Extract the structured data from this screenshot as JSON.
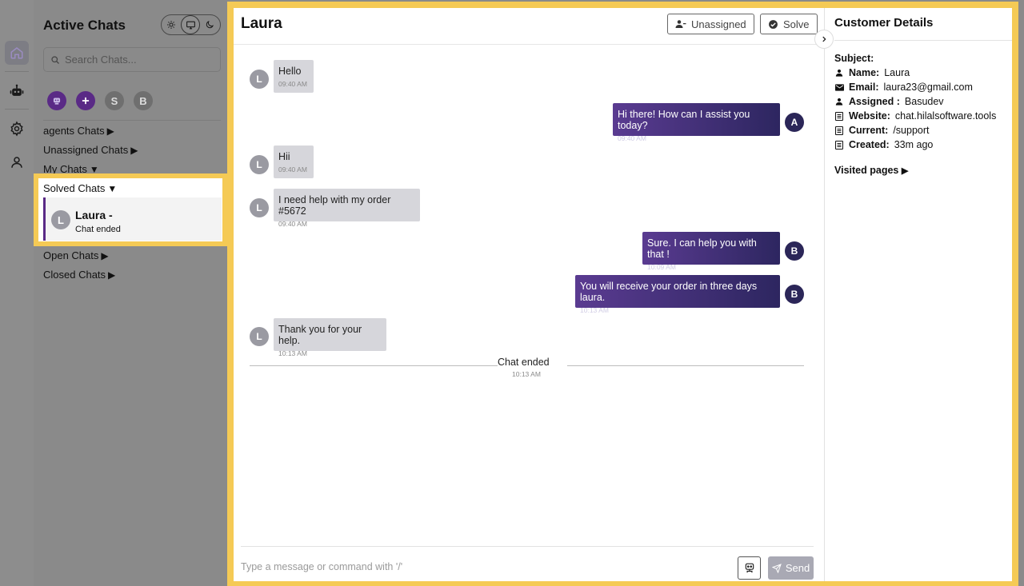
{
  "sidebar": {
    "title": "Active Chats",
    "search_placeholder": "Search Chats...",
    "filter_chips": [
      "S",
      "B"
    ],
    "sections": [
      {
        "label": "agents Chats",
        "arrow": "▶"
      },
      {
        "label": "Unassigned Chats",
        "arrow": "▶"
      },
      {
        "label": "My Chats",
        "arrow": "▼"
      },
      {
        "label": "Solved Chats",
        "arrow": "▼"
      },
      {
        "label": "Open Chats",
        "arrow": "▶"
      },
      {
        "label": "Closed Chats",
        "arrow": "▶"
      }
    ],
    "solved_item": {
      "avatar": "L",
      "name": "Laura -",
      "status": "Chat ended"
    }
  },
  "chat": {
    "title": "Laura",
    "unassigned_label": "Unassigned",
    "solve_label": "Solve",
    "messages": [
      {
        "side": "in",
        "avatar": "L",
        "text": "Hello",
        "time": "09:40 AM"
      },
      {
        "side": "out",
        "avatar": "A",
        "text": "Hi there! How can I assist you today?",
        "time": "09:40 AM"
      },
      {
        "side": "in",
        "avatar": "L",
        "text": "Hii",
        "time": "09:40 AM"
      },
      {
        "side": "in",
        "avatar": "L",
        "text": "I need help with my order #5672",
        "time": "09:40 AM"
      },
      {
        "side": "out",
        "avatar": "B",
        "text": "Sure. I can help you with that !",
        "time": "10:09 AM"
      },
      {
        "side": "out",
        "avatar": "B",
        "text": "You will receive your order in three days laura.",
        "time": "10:13 AM"
      },
      {
        "side": "in",
        "avatar": "L",
        "text": "Thank you for your help.",
        "time": "10:13 AM"
      }
    ],
    "ended_text": "Chat ended",
    "ended_time": "10:13 AM",
    "composer_placeholder": "Type a message or command with '/'",
    "send_label": "Send"
  },
  "details": {
    "title": "Customer Details",
    "subject_label": "Subject:",
    "rows": [
      {
        "icon": "person-icon",
        "label": "Name:",
        "value": "Laura"
      },
      {
        "icon": "mail-icon",
        "label": "Email:",
        "value": "laura23@gmail.com"
      },
      {
        "icon": "person-icon",
        "label": "Assigned :",
        "value": "Basudev"
      },
      {
        "icon": "page-icon",
        "label": "Website:",
        "value": "chat.hilalsoftware.tools"
      },
      {
        "icon": "page-icon",
        "label": "Current:",
        "value": "/support"
      },
      {
        "icon": "page-icon",
        "label": "Created:",
        "value": "33m ago"
      }
    ],
    "visited_label": "Visited pages",
    "visited_arrow": "▶"
  },
  "colors": {
    "highlight": "#f5ca55",
    "brand_purple": "#5a2a86",
    "agent_bubble_dark": "#2d2660"
  }
}
